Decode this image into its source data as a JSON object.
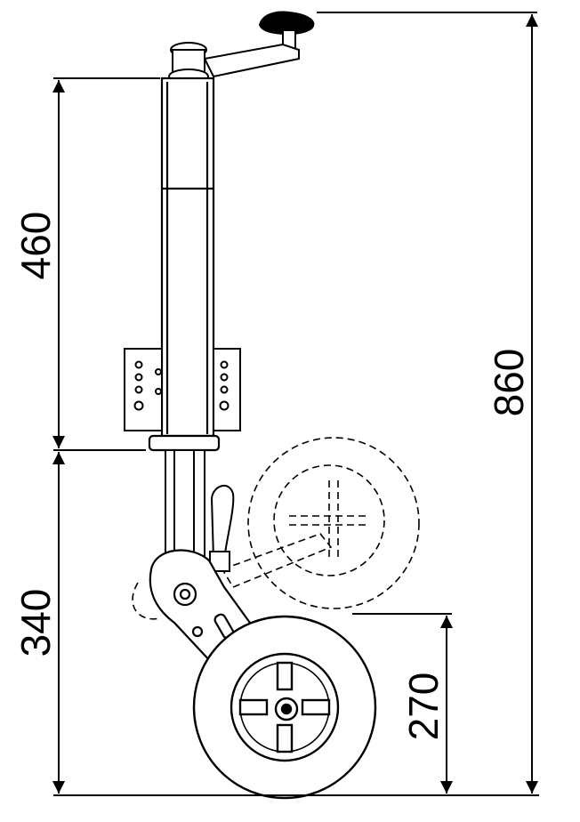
{
  "dimensions": {
    "upper_tube": "460",
    "lower_section": "340",
    "wheel_height": "270",
    "total_height": "860"
  }
}
